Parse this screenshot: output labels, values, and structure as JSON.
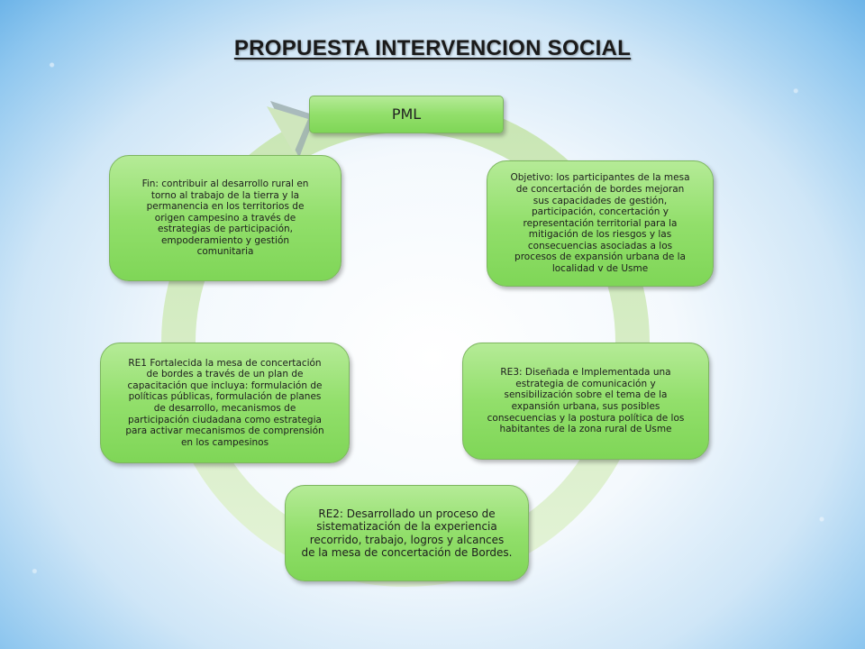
{
  "title": "PROPUESTA INTERVENCION SOCIAL",
  "colors": {
    "box_fill": "#92df6b",
    "ring": "#d5ecc6",
    "background_edge": "#6db4e8"
  },
  "nodes": {
    "pml": "PML",
    "objetivo": "Objetivo: los participantes de la mesa\nde concertación de bordes mejoran\nsus capacidades de gestión,\nparticipación, concertación y\nrepresentación territorial para la\nmitigación de los riesgos y las\nconsecuencias asociadas a los\nprocesos de expansión urbana de la\nlocalidad v de Usme",
    "re3": "RE3: Diseñada e Implementada una\nestrategia de comunicación y\nsensibilización sobre el tema de la\nexpansión urbana, sus posibles\nconsecuencias y la postura política de los\nhabitantes de la zona rural de Usme",
    "re2": "RE2: Desarrollado un proceso de\nsistematización de la experiencia\nrecorrido, trabajo, logros y alcances\nde la mesa de concertación de Bordes.",
    "re1": "RE1 Fortalecida la mesa de concertación\nde bordes a través de un plan de\ncapacitación que incluya: formulación de\npolíticas públicas, formulación de planes\nde desarrollo, mecanismos de\nparticipación ciudadana como estrategia\npara activar mecanismos de comprensión\nen los campesinos",
    "fin": "Fin: contribuir al desarrollo rural en\ntorno al trabajo de la tierra y la\npermanencia en los territorios de\norigen campesino a través de\nestrategias de participación,\nempoderamiento y gestión\ncomunitaria"
  }
}
